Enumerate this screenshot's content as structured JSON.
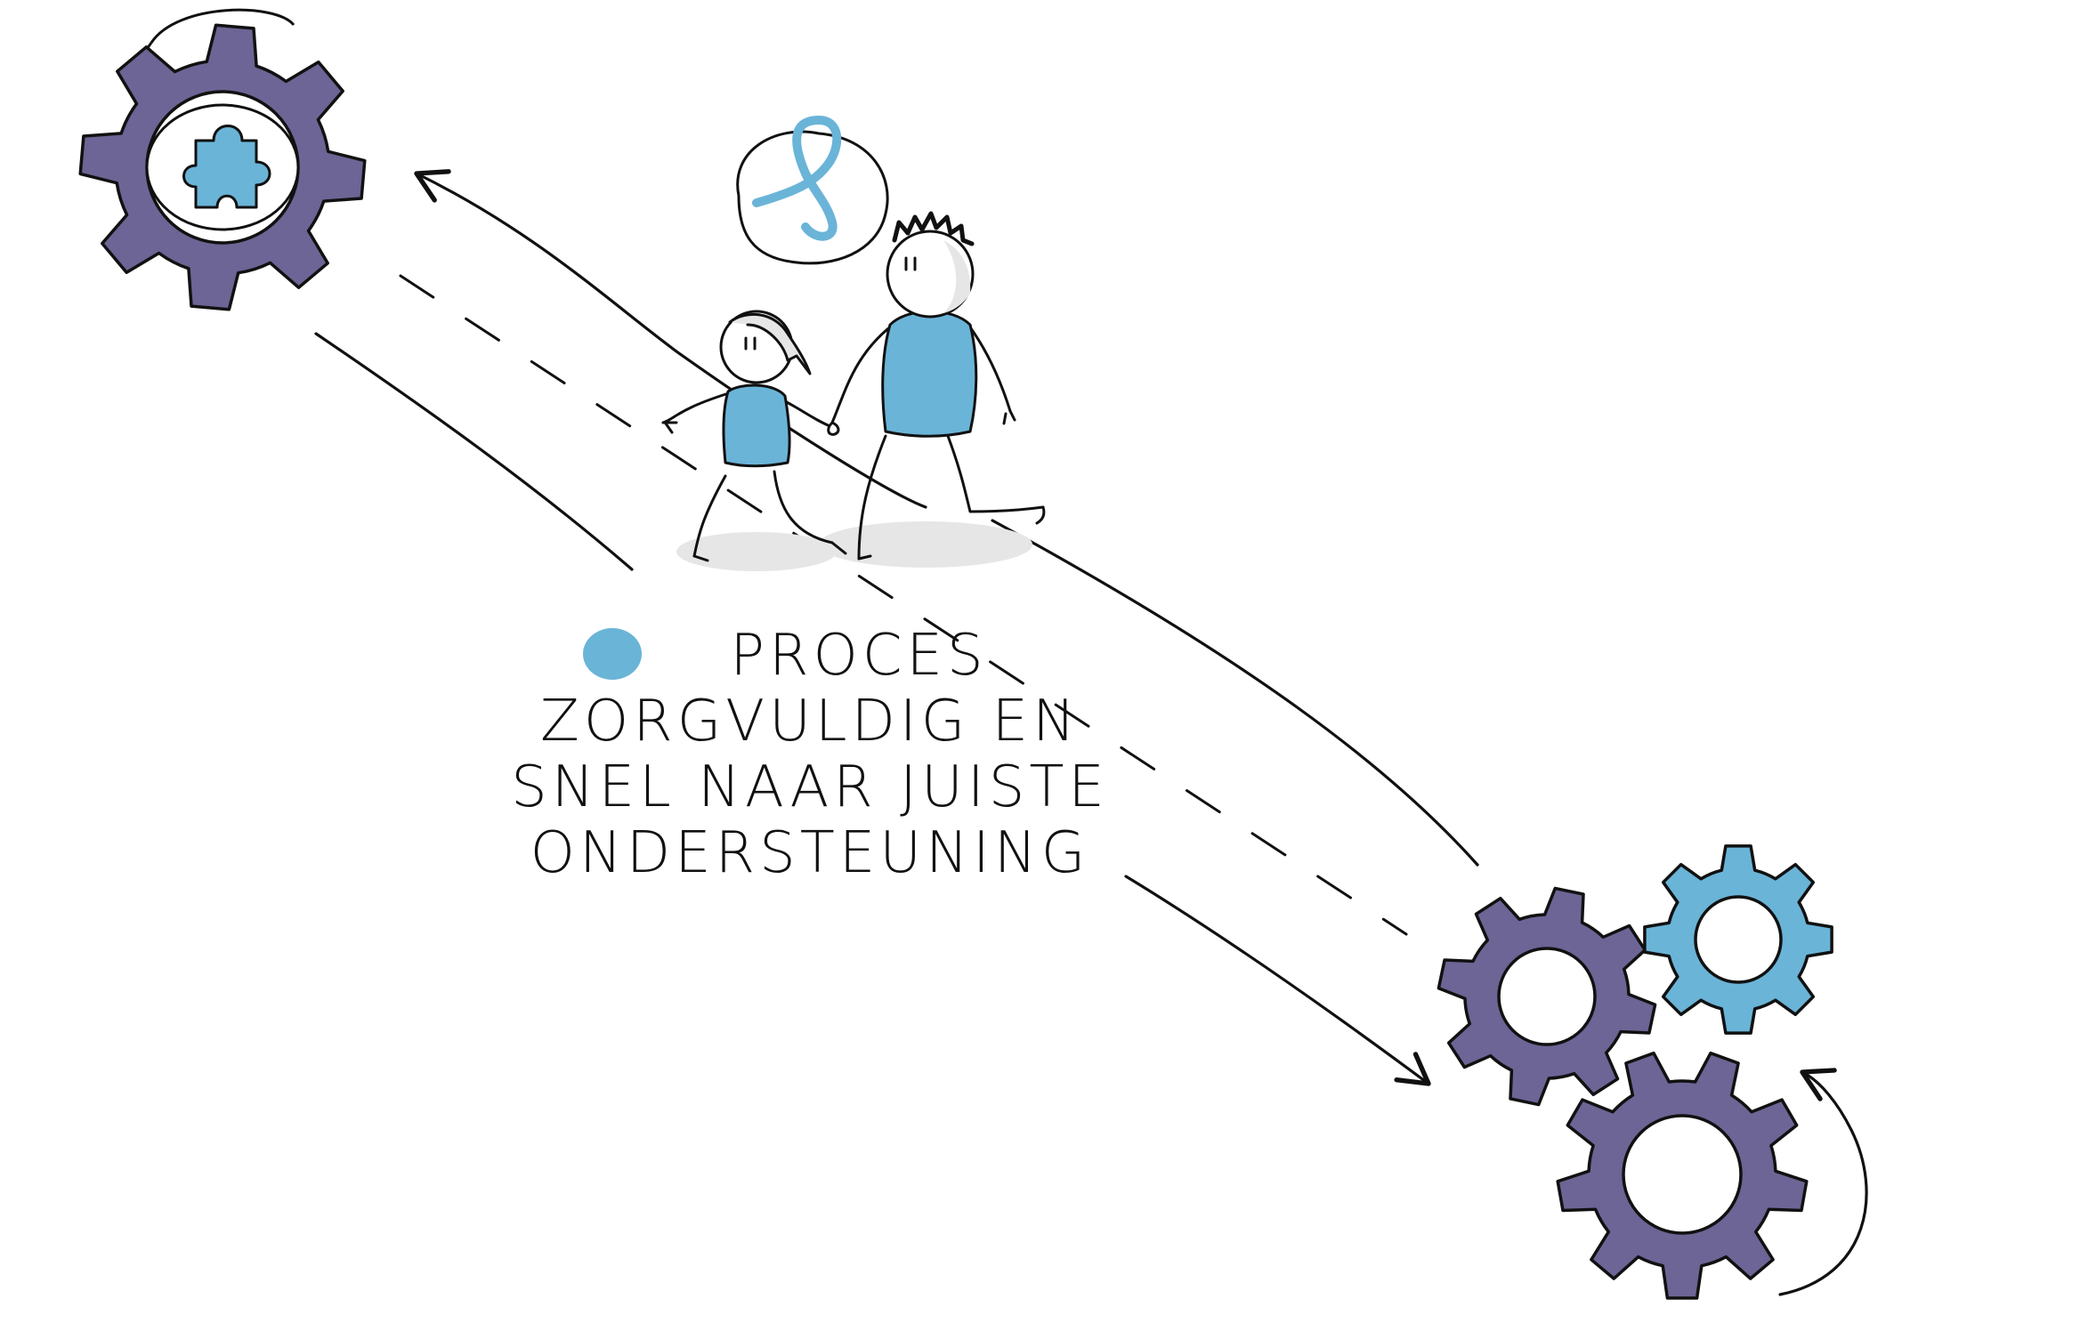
{
  "caption": {
    "line1": "PROCES",
    "line2": "ZORGVULDIG EN",
    "line3": "SNEL NAAR JUISTE",
    "line4": "ONDERSTEUNING"
  },
  "colors": {
    "purple_gear": "#6c6595",
    "blue_gear": "#6ab4d8",
    "figure_blue": "#6ab4d8",
    "ink": "#111111",
    "shadow": "#e6e6e6"
  },
  "icons": {
    "start_gear": "gear-with-puzzle-icon",
    "awareness_ribbon": "ribbon-icon",
    "end_gears": "gear-cluster-icon"
  }
}
